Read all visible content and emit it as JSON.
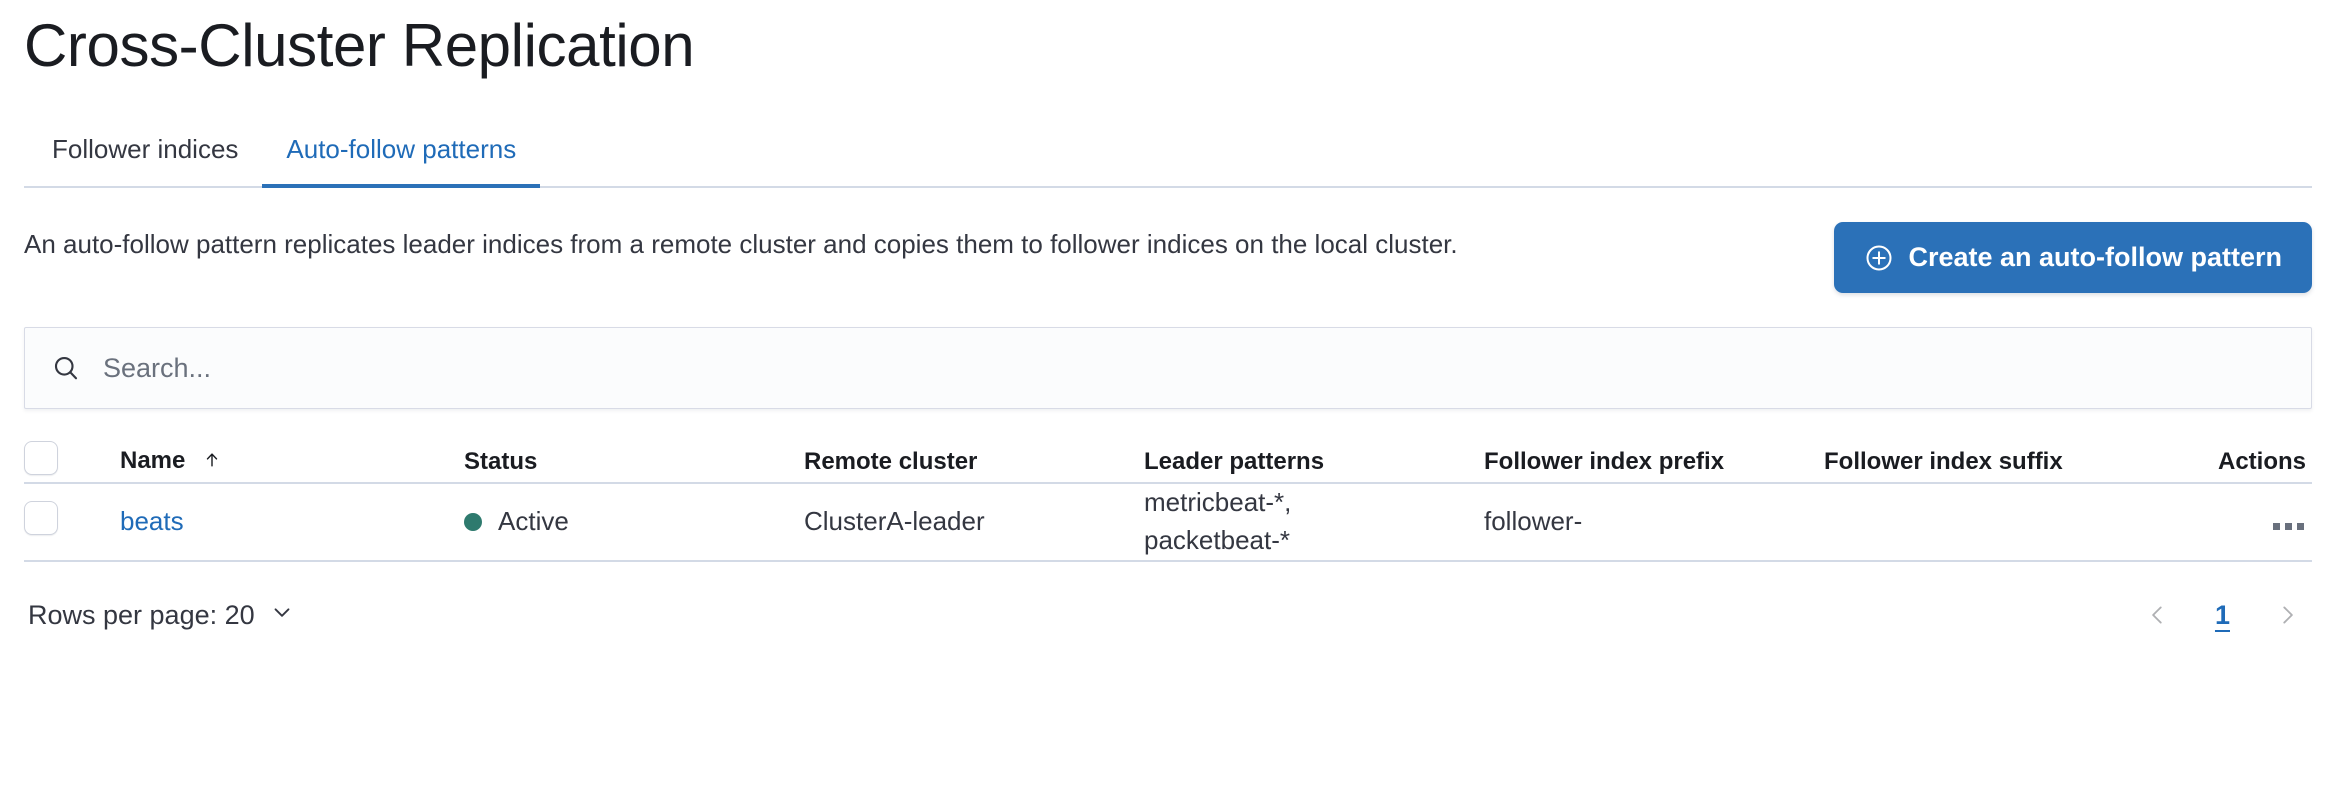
{
  "page": {
    "title": "Cross-Cluster Replication"
  },
  "tabs": [
    {
      "label": "Follower indices",
      "active": false
    },
    {
      "label": "Auto-follow patterns",
      "active": true
    }
  ],
  "description": "An auto-follow pattern replicates leader indices from a remote cluster and copies them to follower indices on the local cluster.",
  "create_button": {
    "label": "Create an auto-follow pattern",
    "icon": "plus-in-circle-icon",
    "color": "#2b71b8"
  },
  "search": {
    "placeholder": "Search...",
    "value": "",
    "icon": "search-icon"
  },
  "table": {
    "columns": [
      "Name",
      "Status",
      "Remote cluster",
      "Leader patterns",
      "Follower index prefix",
      "Follower index suffix",
      "Actions"
    ],
    "sort": {
      "column": "Name",
      "direction": "ascending",
      "icon": "arrow-up-icon"
    },
    "rows": [
      {
        "name": "beats",
        "status": "Active",
        "status_color": "#2e7a6e",
        "remote_cluster": "ClusterA-leader",
        "leader_patterns": "metricbeat-*,\npacketbeat-*",
        "follower_index_prefix": "follower-",
        "follower_index_suffix": "",
        "actions_icon": "more-actions-icon"
      }
    ]
  },
  "footer": {
    "rows_per_page_label": "Rows per page: 20",
    "rows_per_page_icon": "chevron-down-icon",
    "prev_icon": "chevron-left-icon",
    "next_icon": "chevron-right-icon",
    "current_page": "1"
  }
}
